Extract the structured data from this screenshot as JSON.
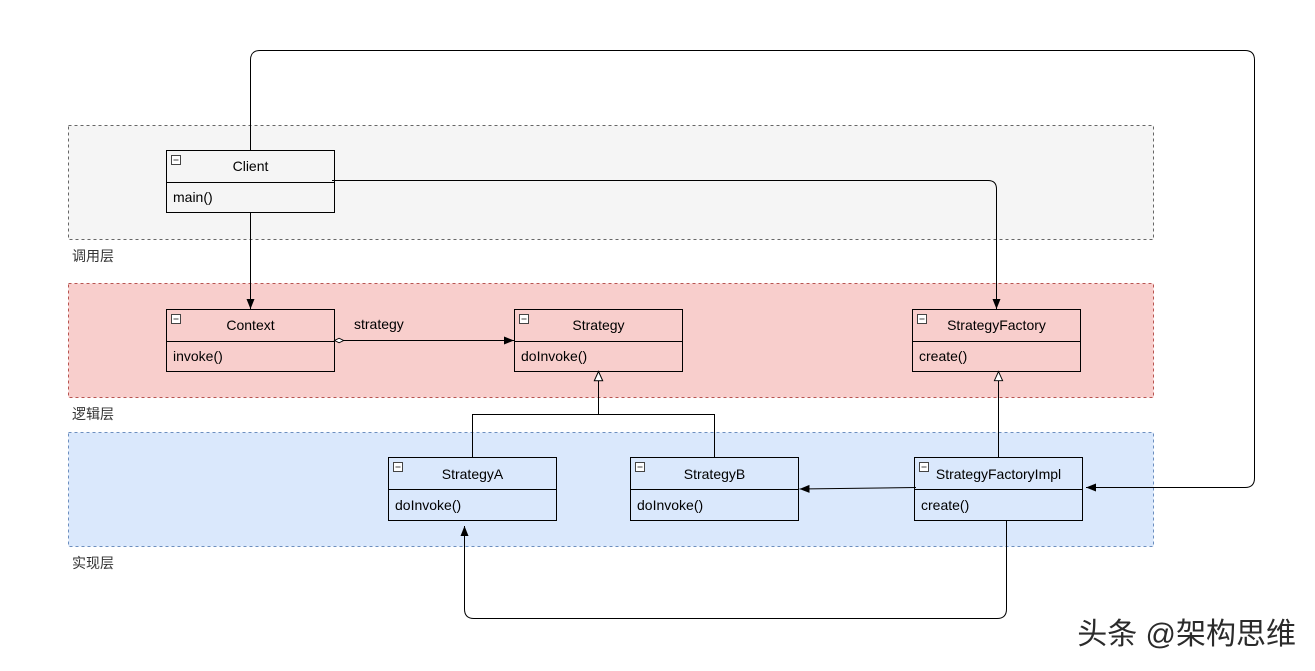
{
  "diagram": {
    "layers": [
      {
        "label": "调用层",
        "fill": "#f5f5f5",
        "stroke": "#666666"
      },
      {
        "label": "逻辑层",
        "fill": "#f8cecc",
        "stroke": "#b85450"
      },
      {
        "label": "实现层",
        "fill": "#dae8fc",
        "stroke": "#6c8ebf"
      }
    ],
    "classes": {
      "client": {
        "name": "Client",
        "method": "main()"
      },
      "context": {
        "name": "Context",
        "method": "invoke()"
      },
      "strategy": {
        "name": "Strategy",
        "method": "doInvoke()"
      },
      "strategy_factory": {
        "name": "StrategyFactory",
        "method": "create()"
      },
      "strategy_a": {
        "name": "StrategyA",
        "method": "doInvoke()"
      },
      "strategy_b": {
        "name": "StrategyB",
        "method": "doInvoke()"
      },
      "strategy_factory_impl": {
        "name": "StrategyFactoryImpl",
        "method": "create()"
      }
    },
    "relations": {
      "context_to_strategy": {
        "label": "strategy"
      }
    }
  },
  "icons": {
    "class_toggle": "minus-square-icon"
  },
  "colors": {
    "line": "#000000",
    "background": "#ffffff"
  },
  "watermark": {
    "text": "头条 @架构思维"
  }
}
